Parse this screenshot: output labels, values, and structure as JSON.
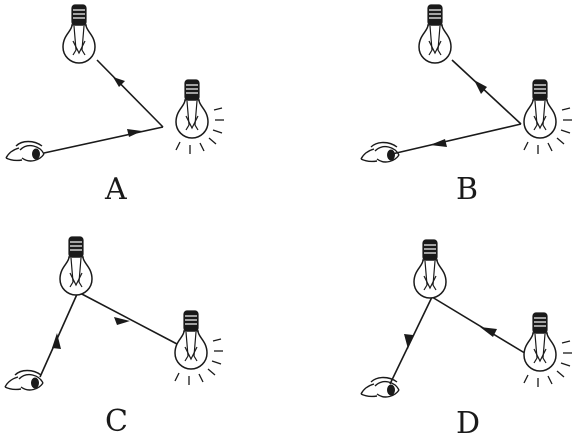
{
  "panels": [
    {
      "id": "A",
      "label": "A"
    },
    {
      "id": "B",
      "label": "B"
    },
    {
      "id": "C",
      "label": "C"
    },
    {
      "id": "D",
      "label": "D"
    }
  ],
  "icons": {
    "lit_bulb": "lit-bulb-icon",
    "unlit_bulb": "unlit-bulb-icon",
    "eye": "eye-icon",
    "arrow": "arrowhead-icon"
  },
  "colors": {
    "ink": "#1a1a1a",
    "background": "#ffffff"
  }
}
